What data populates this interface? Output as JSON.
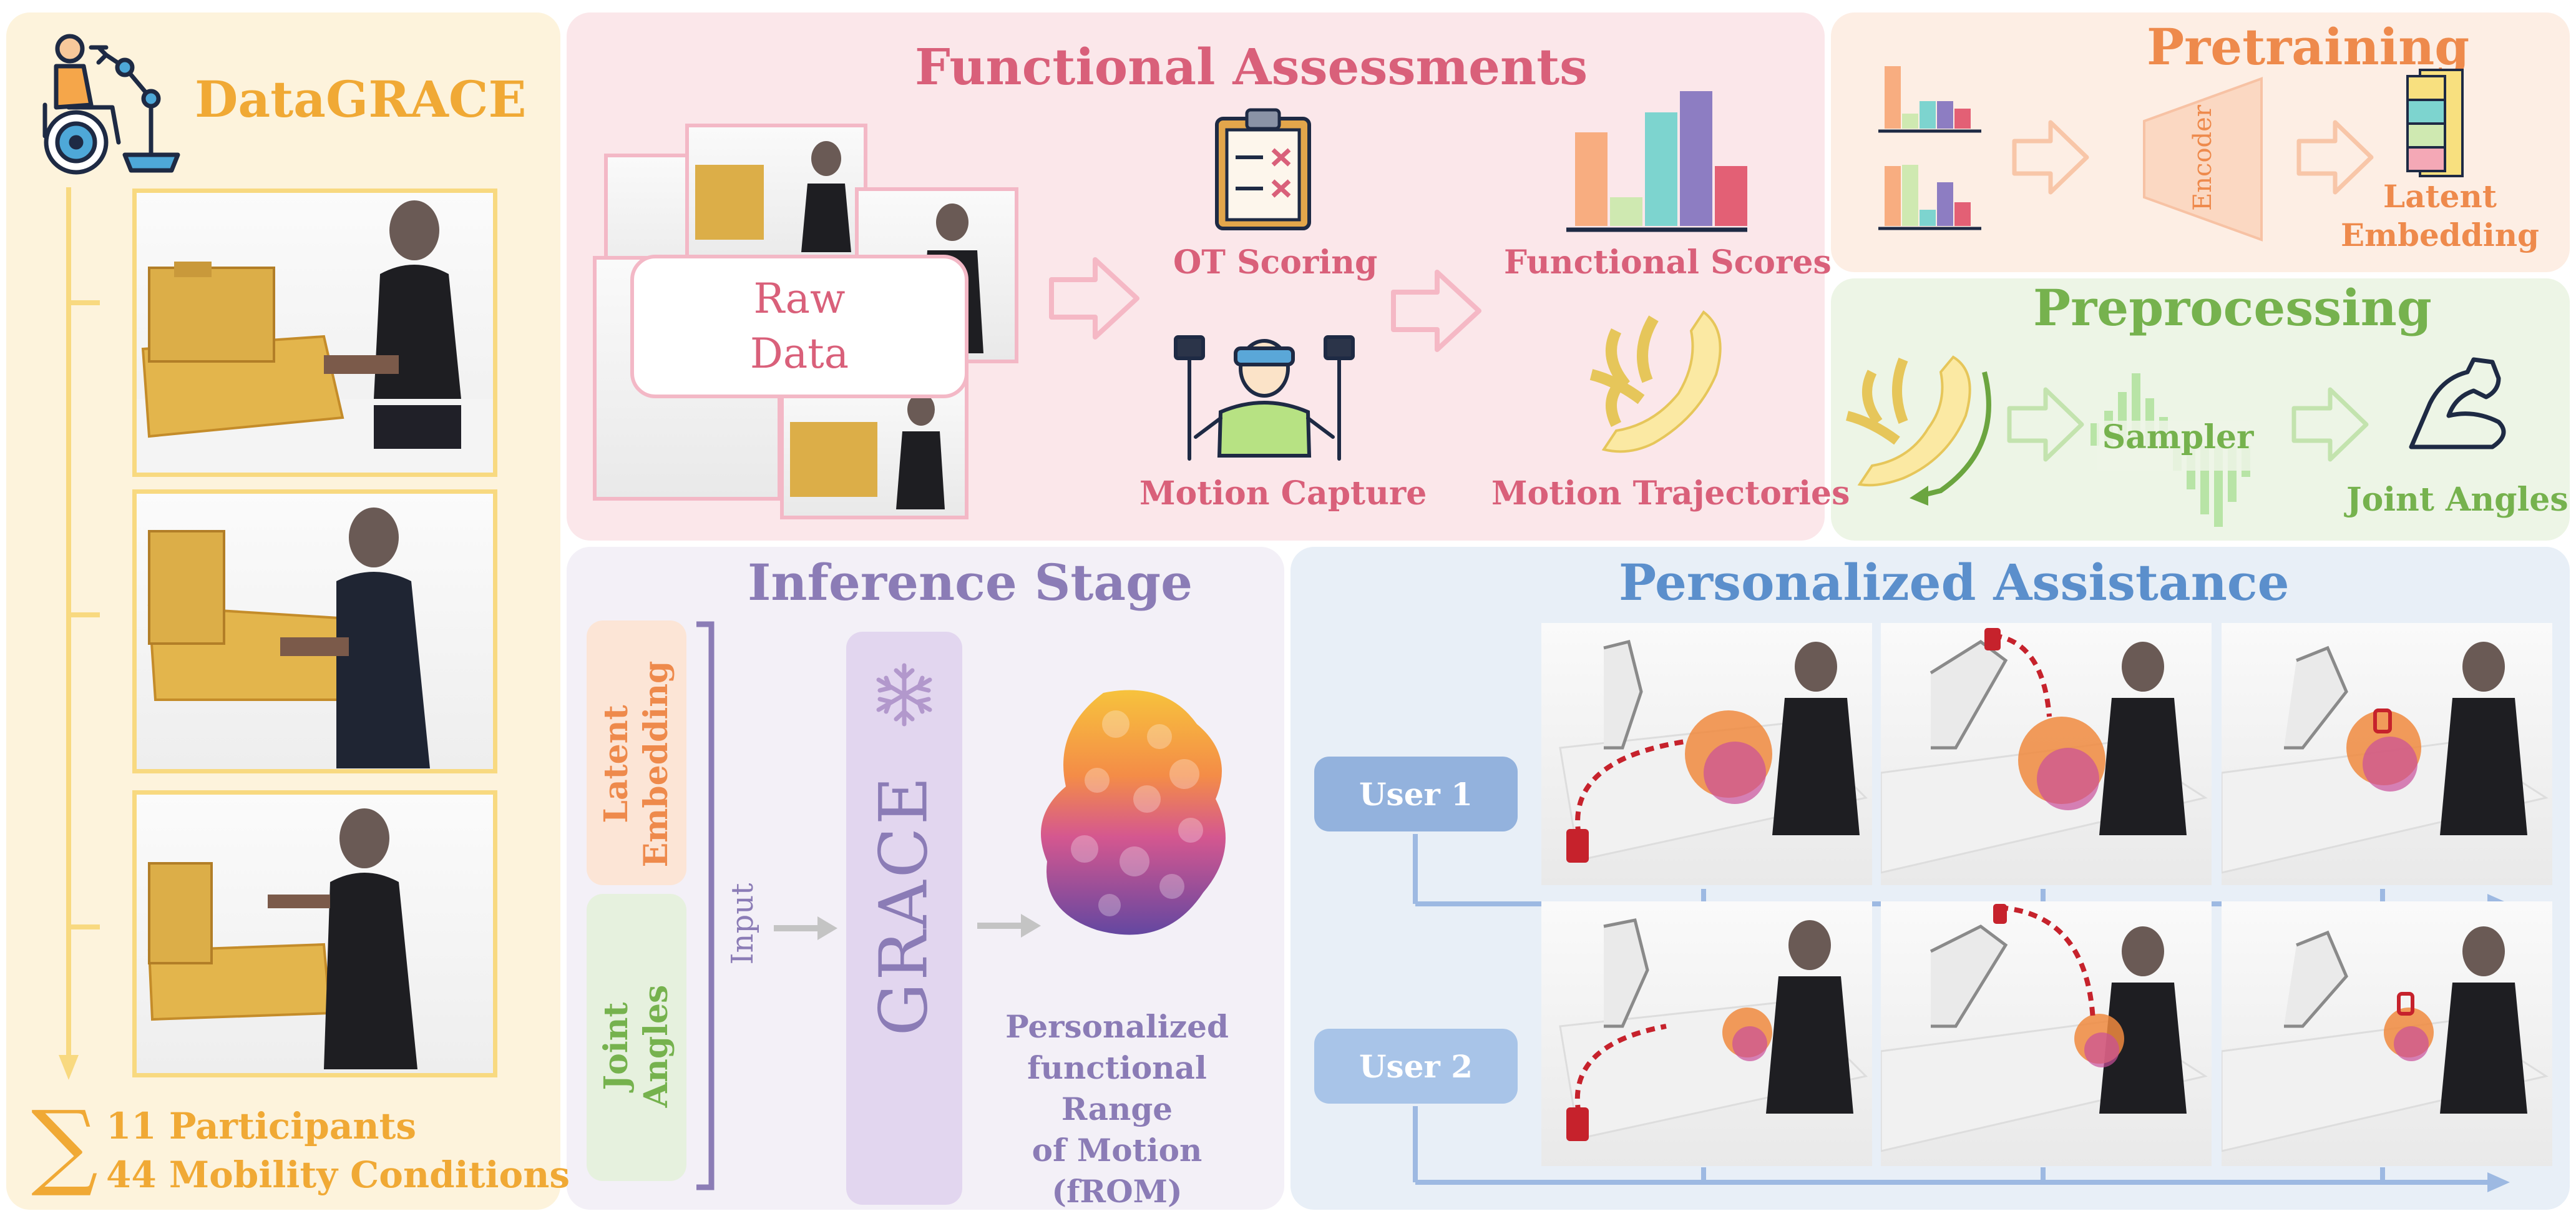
{
  "datagrace": {
    "title": "DataGRACE",
    "summary_symbol": "∑",
    "participants": "11  Participants",
    "conditions": "44 Mobility Conditions"
  },
  "functional": {
    "title": "Functional Assessments",
    "raw_data": "Raw\nData",
    "ot_scoring": "OT Scoring",
    "motion_capture": "Motion Capture",
    "functional_scores": "Functional Scores",
    "motion_trajectories": "Motion Trajectories"
  },
  "pretraining": {
    "title": "Pretraining",
    "encoder": "Encoder",
    "latent_embedding": "Latent\nEmbedding"
  },
  "preprocessing": {
    "title": "Preprocessing",
    "sampler": "Sampler",
    "joint_angles": "Joint Angles"
  },
  "inference": {
    "title": "Inference Stage",
    "latent_embedding": "Latent\nEmbedding",
    "joint_angles": "Joint\nAngles",
    "input": "Input",
    "model": "GRACE",
    "output": "Personalized\nfunctional Range\nof Motion\n(fROM)"
  },
  "assistance": {
    "title": "Personalized Assistance",
    "user1": "User  1",
    "user2": "User  2"
  },
  "colors": {
    "datagrace": "#f0a935",
    "functional": "#d9607a",
    "pretraining": "#ee8a4c",
    "preprocessing": "#76b24e",
    "inference": "#8b7cb6",
    "assistance": "#5b8fcc"
  }
}
